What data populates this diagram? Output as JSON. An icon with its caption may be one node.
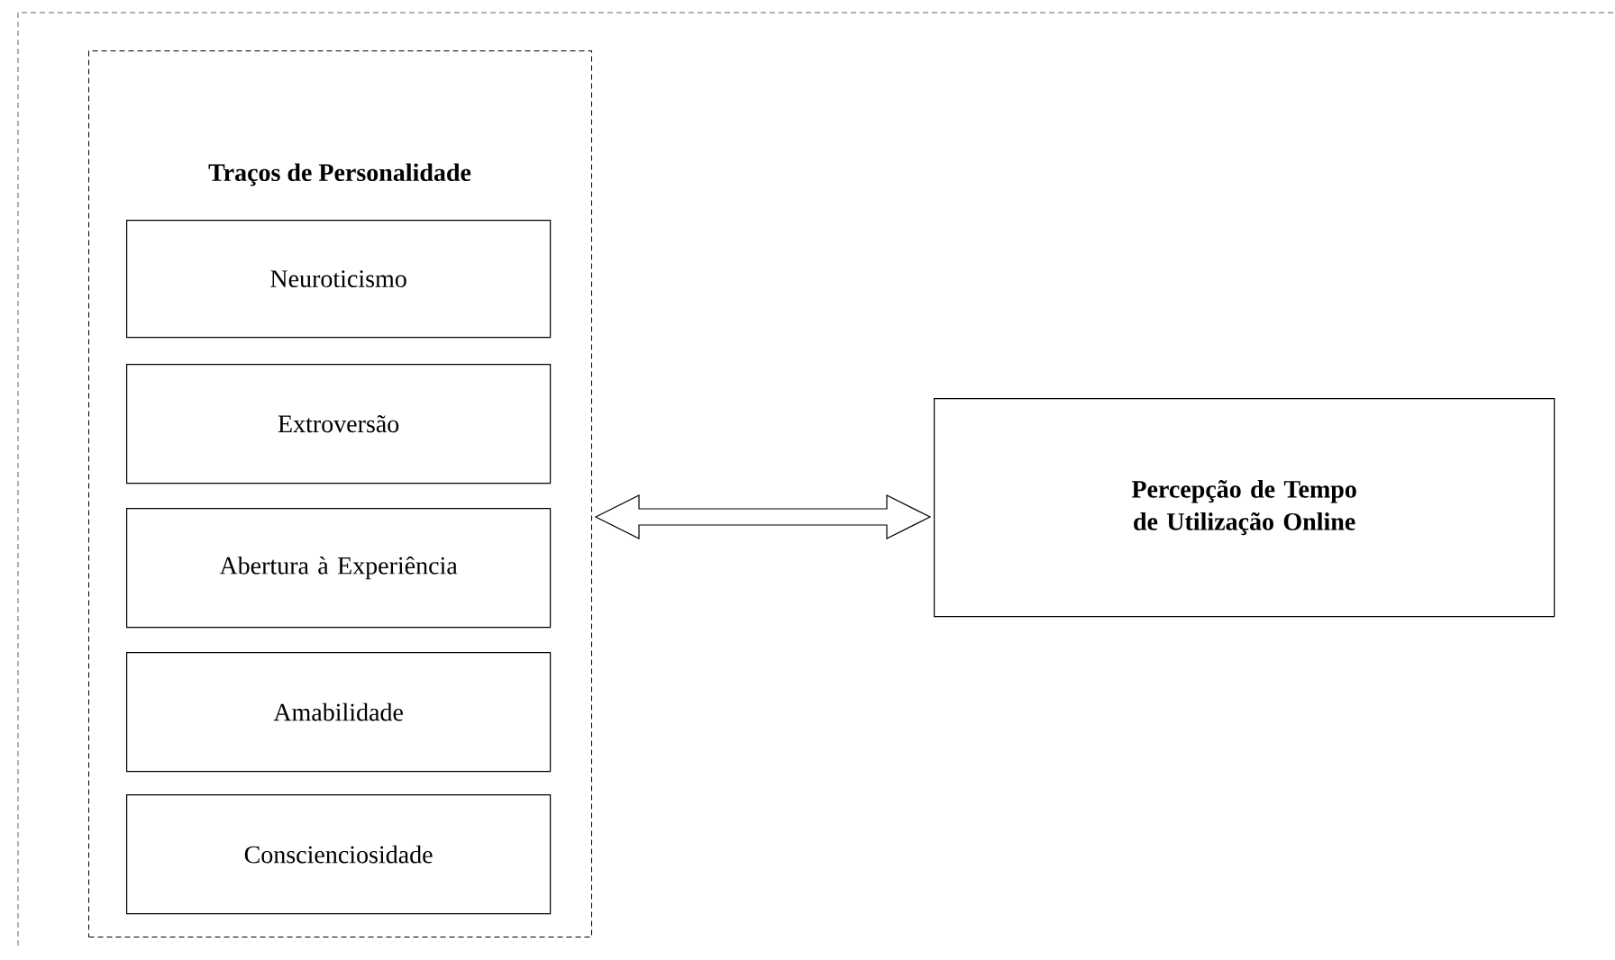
{
  "diagram": {
    "nodes": [
      {
        "text": [
          "Traços de Personalidade"
        ]
      },
      {
        "text": [
          "Neuroticismo"
        ],
        "in": 0
      },
      {
        "text": [
          "Extroversão"
        ],
        "in": 0
      },
      {
        "text": [
          "Abertura à Experiência"
        ],
        "in": 0
      },
      {
        "text": [
          "Amabilidade"
        ],
        "in": 0
      },
      {
        "text": [
          "Conscienciosidade"
        ],
        "in": 0
      },
      {
        "text": [
          "Percepção de Tempo de Utilização Online"
        ]
      }
    ],
    "edges": [
      {
        "from": 0,
        "to": 6,
        "arrow": "both"
      }
    ]
  }
}
